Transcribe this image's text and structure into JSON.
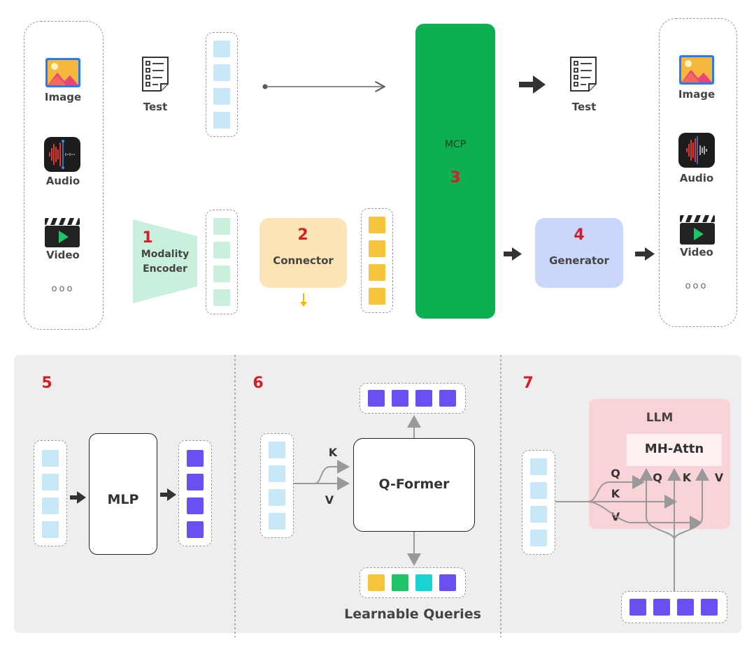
{
  "inputs": {
    "image_label": "Image",
    "audio_label": "Audio",
    "video_label": "Video",
    "more": "ooo"
  },
  "outputs": {
    "image_label": "Image",
    "audio_label": "Audio",
    "video_label": "Video",
    "more": "ooo"
  },
  "text_in_label": "Test",
  "text_out_label": "Test",
  "modality_encoder": {
    "number": "1",
    "label_line1": "Modality",
    "label_line2": "Encoder"
  },
  "connector": {
    "number": "2",
    "label": "Connector"
  },
  "mcp": {
    "label": "MCP",
    "number": "3"
  },
  "generator": {
    "number": "4",
    "label": "Generator"
  },
  "panel_mlp": {
    "number": "5",
    "label": "MLP"
  },
  "panel_qformer": {
    "number": "6",
    "label": "Q-Former",
    "k_label": "K",
    "v_label": "V",
    "queries_label": "Learnable Queries"
  },
  "panel_llm": {
    "number": "7",
    "llm_label": "LLM",
    "attn_label": "MH-Attn",
    "in_q": "Q",
    "in_k": "K",
    "in_v": "V",
    "attn_q": "Q",
    "attn_k": "K",
    "attn_v": "V"
  },
  "colors": {
    "light_blue": "#c8e8f8",
    "mint": "#c8f0dc",
    "amber": "#f5c43a",
    "purple": "#6b4ff0",
    "green_query": "#1fc46a",
    "cyan_query": "#19d3d3",
    "mcp_green": "#0db050",
    "connector_bg": "#fce5b4",
    "generator_bg": "#c9d8fa",
    "llm_bg": "#f9d3d8",
    "number_red": "#d0202a"
  }
}
